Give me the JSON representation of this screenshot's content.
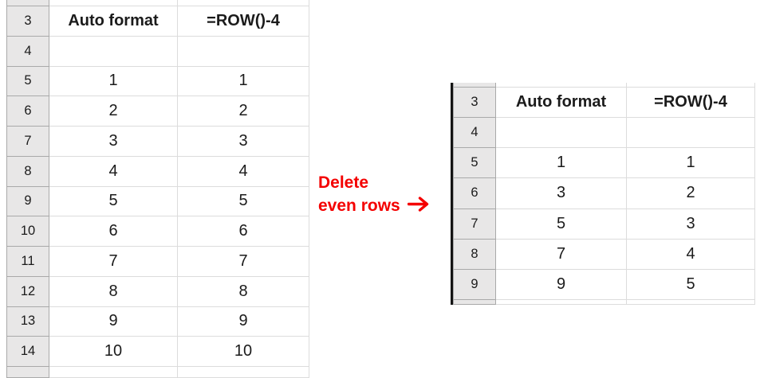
{
  "colors": {
    "red": "#f40000",
    "grid": "#dcdcdc",
    "hline": "#a9a9a9",
    "hfill": "#e8e7e7",
    "tborder": "#141414"
  },
  "left_table": {
    "description": "before-delete spreadsheet",
    "column_headers": [
      "Auto format",
      "=ROW()-4"
    ],
    "rows": [
      {
        "n": "3",
        "c1": "Auto format",
        "c2": "=ROW()-4",
        "bold": true,
        "boxed": false
      },
      {
        "n": "4",
        "c1": "",
        "c2": "",
        "bold": false,
        "boxed": false
      },
      {
        "n": "5",
        "c1": "1",
        "c2": "1",
        "bold": false,
        "boxed": false
      },
      {
        "n": "6",
        "c1": "2",
        "c2": "2",
        "bold": false,
        "boxed": true
      },
      {
        "n": "7",
        "c1": "3",
        "c2": "3",
        "bold": false,
        "boxed": false
      },
      {
        "n": "8",
        "c1": "4",
        "c2": "4",
        "bold": false,
        "boxed": true
      },
      {
        "n": "9",
        "c1": "5",
        "c2": "5",
        "bold": false,
        "boxed": false
      },
      {
        "n": "10",
        "c1": "6",
        "c2": "6",
        "bold": false,
        "boxed": true
      },
      {
        "n": "11",
        "c1": "7",
        "c2": "7",
        "bold": false,
        "boxed": false
      },
      {
        "n": "12",
        "c1": "8",
        "c2": "8",
        "bold": false,
        "boxed": true
      },
      {
        "n": "13",
        "c1": "9",
        "c2": "9",
        "bold": false,
        "boxed": false
      },
      {
        "n": "14",
        "c1": "10",
        "c2": "10",
        "bold": false,
        "boxed": true
      }
    ]
  },
  "right_table": {
    "description": "after-delete spreadsheet",
    "column_headers": [
      "Auto format",
      "=ROW()-4"
    ],
    "rows": [
      {
        "n": "3",
        "c1": "Auto format",
        "c2": "=ROW()-4",
        "bold": true,
        "boxed": false
      },
      {
        "n": "4",
        "c1": "",
        "c2": "",
        "bold": false,
        "boxed": false
      },
      {
        "n": "5",
        "c1": "1",
        "c2": "1",
        "bold": false,
        "boxed": false
      },
      {
        "n": "6",
        "c1": "3",
        "c2": "2",
        "bold": false,
        "boxed": false
      },
      {
        "n": "7",
        "c1": "5",
        "c2": "3",
        "bold": false,
        "boxed": false
      },
      {
        "n": "8",
        "c1": "7",
        "c2": "4",
        "bold": false,
        "boxed": false
      },
      {
        "n": "9",
        "c1": "9",
        "c2": "5",
        "bold": false,
        "boxed": false
      }
    ]
  },
  "annotation": {
    "line1": "Delete",
    "line2": "even rows",
    "arrow": "→"
  }
}
